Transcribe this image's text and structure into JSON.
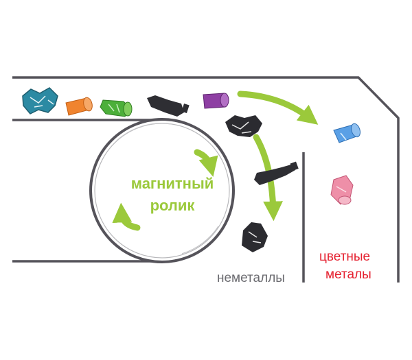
{
  "labels": {
    "roller": [
      "магнитный",
      "ролик"
    ],
    "nonmetals": "неметаллы",
    "nonferrous": [
      "цветные",
      "металы"
    ]
  },
  "colors": {
    "frame": "#55535a",
    "arrow": "#9bc93b",
    "roller_label": "#9bc93b",
    "nonmetals_label": "#6b6b70",
    "nonferrous_label": "#e5202f"
  },
  "items_on_belt": [
    "plastic-crumple-teal",
    "can-orange",
    "can-green",
    "bottle-black",
    "can-purple"
  ],
  "items_falling": [
    "plastic-crumple-black",
    "can-blue",
    "bottle-black",
    "can-pink",
    "plastic-crumple-black"
  ]
}
